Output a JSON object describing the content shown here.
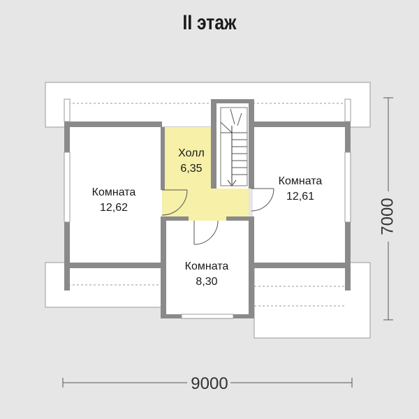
{
  "title": "II этаж",
  "rooms": [
    {
      "name": "Комната",
      "area": "12,62"
    },
    {
      "name": "Холл",
      "area": "6,35"
    },
    {
      "name": "Комната",
      "area": "12,61"
    },
    {
      "name": "Комната",
      "area": "8,30"
    }
  ],
  "dimensions": {
    "width": "9000",
    "height": "7000"
  },
  "colors": {
    "background": "#e6e6e6",
    "wall": "#8a8a8a",
    "hall_fill": "#f6f0a8",
    "room_fill": "#ffffff"
  }
}
